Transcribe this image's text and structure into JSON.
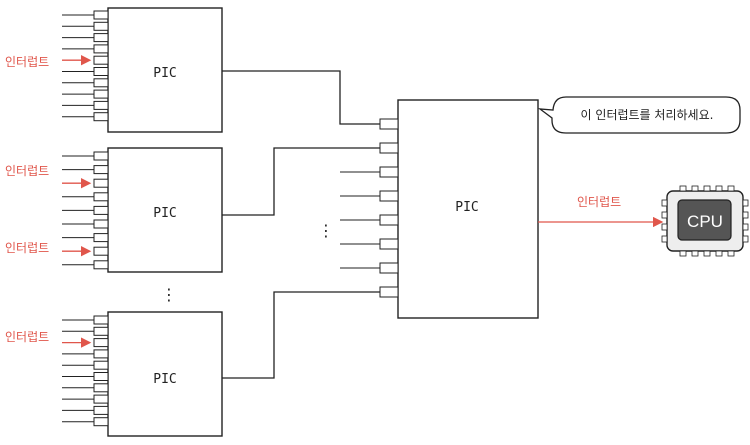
{
  "controller_label": "PIC",
  "interrupt_label": "인터럽트",
  "speech_bubble": "이 인터럽트를 처리하세요.",
  "cpu_label": "CPU",
  "vertical_ellipsis": "⋮",
  "colors": {
    "stroke": "#222222",
    "interrupt": "#e0564b",
    "cpu_fill": "#555555",
    "cpu_body": "#eeeeee"
  },
  "small_pics": [
    {
      "id": "pic-1",
      "lines": 10,
      "interrupt_lines": [
        4
      ]
    },
    {
      "id": "pic-2",
      "lines": 9,
      "interrupt_lines": [
        2,
        7
      ]
    },
    {
      "id": "pic-3",
      "lines": 10,
      "interrupt_lines": [
        2
      ]
    }
  ],
  "master_pic": {
    "lines": 8
  }
}
